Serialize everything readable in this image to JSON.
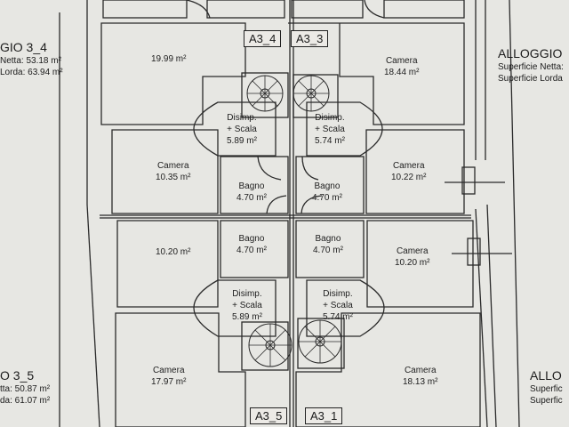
{
  "rooms": [
    {
      "id": "r1",
      "name": "",
      "area": "19.99 m²"
    },
    {
      "id": "r2",
      "name": "Camera",
      "area": "18.44 m²"
    },
    {
      "id": "r3",
      "name": "Disimp.\n+ Scala",
      "area": "5.89 m²"
    },
    {
      "id": "r4",
      "name": "Disimp.\n+ Scala",
      "area": "5.74 m²"
    },
    {
      "id": "r5",
      "name": "Camera",
      "area": "10.35 m²"
    },
    {
      "id": "r6",
      "name": "Bagno",
      "area": "4.70 m²"
    },
    {
      "id": "r7",
      "name": "Bagno",
      "area": "4.70 m²"
    },
    {
      "id": "r8",
      "name": "Camera",
      "area": "10.22 m²"
    },
    {
      "id": "r9",
      "name": "",
      "area": "10.20 m²"
    },
    {
      "id": "r10",
      "name": "Bagno",
      "area": "4.70 m²"
    },
    {
      "id": "r11",
      "name": "Bagno",
      "area": "4.70 m²"
    },
    {
      "id": "r12",
      "name": "Camera",
      "area": "10.20 m²"
    },
    {
      "id": "r13",
      "name": "Disimp.\n+ Scala",
      "area": "5.89 m²"
    },
    {
      "id": "r14",
      "name": "Disimp.\n+ Scala",
      "area": "5.74 m²"
    },
    {
      "id": "r15",
      "name": "Camera",
      "area": "17.97 m²"
    },
    {
      "id": "r16",
      "name": "Camera",
      "area": "18.13 m²"
    }
  ],
  "tags": [
    "A3_4",
    "A3_3",
    "A3_5",
    "A3_1"
  ],
  "apartments": {
    "left_top": {
      "title": "GIO 3_4",
      "netta": "Netta: 53.18 m²",
      "lorda": "Lorda: 63.94 m²"
    },
    "right_top": {
      "title": "ALLOGGIO",
      "netta": "Superficie Netta:",
      "lorda": "Superficie Lorda"
    },
    "left_bottom": {
      "title": "O 3_5",
      "netta": "tta: 50.87 m²",
      "lorda": "da: 61.07 m²"
    },
    "right_bottom": {
      "title": "ALLO",
      "netta": "Superfic",
      "lorda": "Superfic"
    }
  },
  "colors": {
    "paper": "#e7e7e3",
    "ink": "#2a2a2a"
  }
}
